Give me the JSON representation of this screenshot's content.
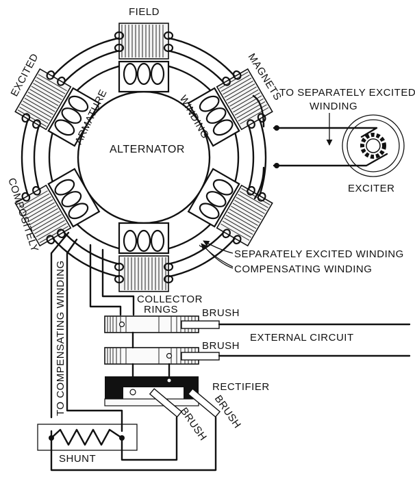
{
  "figure": {
    "components": {
      "alternator": "ALTERNATOR",
      "exciter": "EXCITER",
      "collector_rings": [
        "COLLECTOR",
        "RINGS"
      ],
      "rectifier": "RECTIFIER",
      "shunt": "SHUNT",
      "external_circuit": "EXTERNAL CIRCUIT"
    },
    "ring_labels": {
      "field": "FIELD",
      "magnets": "MAGNETS",
      "excited": "EXCITED",
      "compositely": "COMPOSITELY",
      "armature": "ARMATURE",
      "winding": "WINDING"
    },
    "annotations": {
      "to_separately_excited": [
        "TO SEPARATELY EXCITED",
        "WINDING"
      ],
      "separately_excited_winding": "SEPARATELY EXCITED WINDING",
      "compensating_winding": "COMPENSATING WINDING",
      "to_compensating_winding": "TO COMPENSATING WINDING"
    },
    "brushes": {
      "collector_brush_1": "BRUSH",
      "collector_brush_2": "BRUSH",
      "rectifier_brush_1": "BRUSH",
      "rectifier_brush_2": "BRUSH"
    }
  }
}
